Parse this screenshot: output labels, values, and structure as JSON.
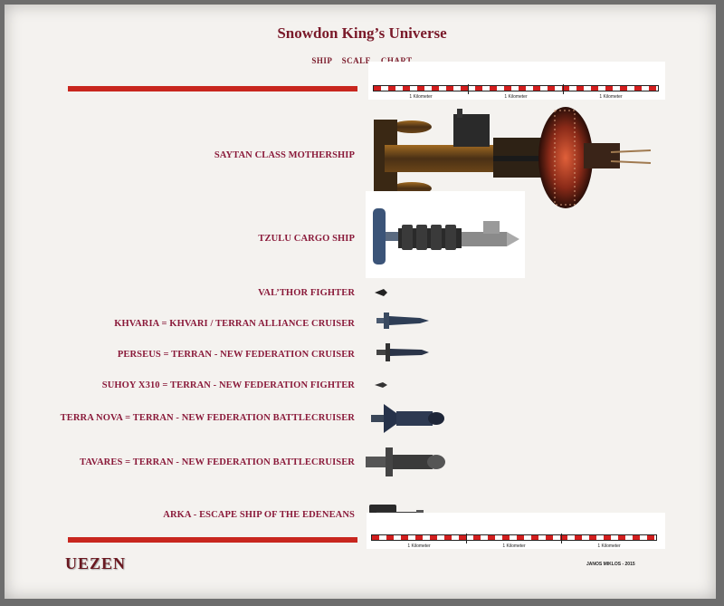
{
  "header": {
    "title": "Snowdon King’s Universe",
    "subtitle": "SHIP   SCALE   CHART"
  },
  "scale": {
    "unit_label": "1 Kilometer"
  },
  "ships": [
    {
      "id": "saytan",
      "label": "SAYTAN CLASS MOTHERSHIP"
    },
    {
      "id": "tzulu",
      "label": "TZULU CARGO SHIP"
    },
    {
      "id": "valthor",
      "label": "VAL’THOR  FIGHTER"
    },
    {
      "id": "khvaria",
      "label": "KHVARIA = KHVARI / TERRAN ALLIANCE  CRUISER"
    },
    {
      "id": "perseus",
      "label": "PERSEUS = TERRAN -  NEW FEDERATION  CRUISER"
    },
    {
      "id": "suhoy",
      "label": "SUHOY X310 = TERRAN -  NEW FEDERATION FIGHTER"
    },
    {
      "id": "terranova",
      "label": "TERRA NOVA = TERRAN -  NEW FEDERATION BATTLECRUISER"
    },
    {
      "id": "tavares",
      "label": "TAVARES = TERRAN -  NEW FEDERATION BATTLECRUISER"
    },
    {
      "id": "arka",
      "label": "ARKA - ESCAPE SHIP OF THE EDENEANS"
    }
  ],
  "footer": {
    "logo": "UEZEN",
    "credit": "JANOS MIKLOS  - 2015"
  },
  "colors": {
    "accent_red": "#c8261e",
    "label_text": "#8a1a3a"
  }
}
